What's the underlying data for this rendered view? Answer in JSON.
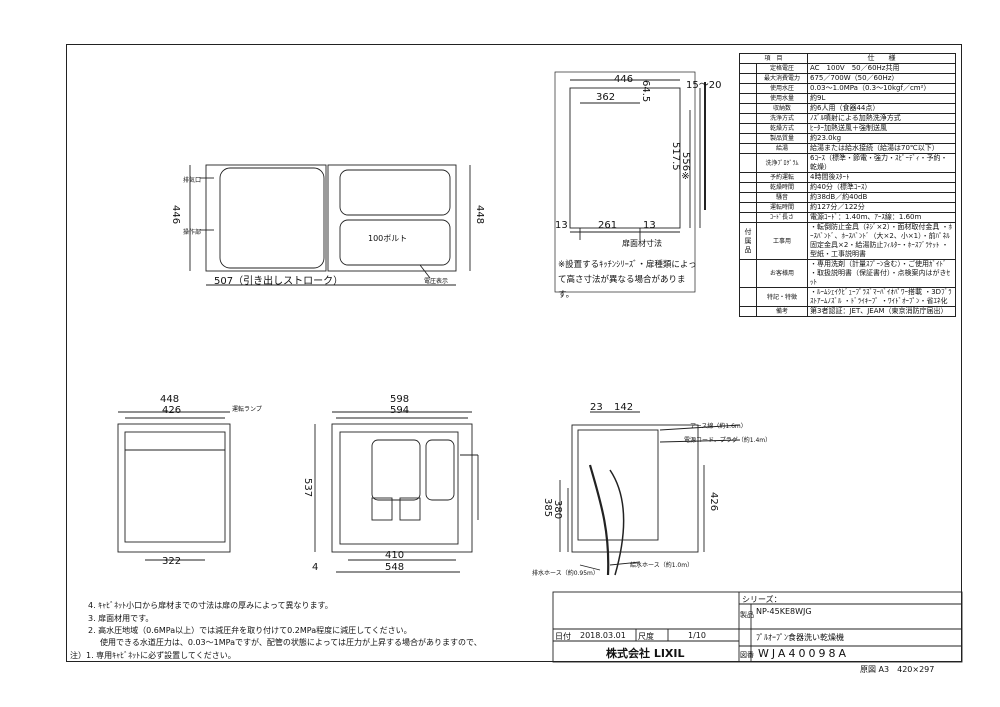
{
  "spec_table": {
    "header": {
      "item": "項　目",
      "spec": "仕　　様"
    },
    "rows": [
      {
        "group": "",
        "key": "定格電圧",
        "value": "AC　100V　50／60Hz共用"
      },
      {
        "group": "",
        "key": "最大消費電力",
        "value": "675／700W（50／60Hz）"
      },
      {
        "group": "",
        "key": "使用水圧",
        "value": "0.03～1.0MPa（0.3～10kgf／cm²）"
      },
      {
        "group": "",
        "key": "使用水量",
        "value": "約9L"
      },
      {
        "group": "",
        "key": "収納数",
        "value": "約6人用（食器44点）"
      },
      {
        "group": "",
        "key": "洗浄方式",
        "value": "ﾉｽﾞﾙ噴射による加熱洗浄方式"
      },
      {
        "group": "",
        "key": "乾燥方式",
        "value": "ﾋｰﾀｰ加熱送風＋強制送風"
      },
      {
        "group": "",
        "key": "製品質量",
        "value": "約23.0kg"
      },
      {
        "group": "",
        "key": "給湯",
        "value": "給湯または給水接続（給湯は70℃以下）"
      },
      {
        "group": "",
        "key": "洗浄ﾌﾟﾛｸﾞﾗﾑ",
        "value": "6ｺｰｽ（標準・節電・強力・ｽﾋﾟｰﾃﾞｨ・予約・乾燥）"
      },
      {
        "group": "",
        "key": "予約運転",
        "value": "4時間後ｽﾀｰﾄ"
      },
      {
        "group": "",
        "key": "乾燥時間",
        "value": "約40分（標準ｺｰｽ）"
      },
      {
        "group": "",
        "key": "騒音",
        "value": "約38dB／約40dB"
      },
      {
        "group": "",
        "key": "運転時間",
        "value": "約127分／122分"
      },
      {
        "group": "",
        "key": "ｺｰﾄﾞ長さ",
        "value": "電源ｺｰﾄﾞ：1.40m、ｱｰｽ線：1.60m"
      },
      {
        "group": "付属品",
        "key": "工事用",
        "value": "・転倒防止金具（ﾈｼﾞ×2）・面材取付金具 ・ﾎｰｽﾊﾞﾝﾄﾞ、ﾎｰｽﾊﾞﾝﾄﾞ（大×2、小×1）・前ﾊﾟﾈﾙ固定金具×2・給湯防止ﾌｨﾙﾀｰ・ﾎｰｽﾌﾞﾗｹｯﾄ ・型紙・工事説明書"
      },
      {
        "group": "",
        "key": "お客様用",
        "value": "・専用洗剤（計量ｽﾌﾟｰﾝ含む）・ご使用ｶﾞｲﾄﾞ ・取扱説明書（保証書付）・点検案内はがきｾｯﾄ"
      },
      {
        "group": "",
        "key": "特記・特徴",
        "value": "・ﾙｰﾑｼｪｲｸﾋﾞｭｰﾌﾟﾗｽﾞﾏｰﾊﾞｲｵﾊﾟﾜｰ搭載 ・3Dﾌﾞﾗｽﾄｱｰﾑﾉｽﾞﾙ ・ﾄﾞﾗｲｷｰﾌﾟ ・ﾜｲﾄﾞｵｰﾌﾟﾝ・省ｴﾈ化"
      },
      {
        "group": "",
        "key": "備考",
        "value": "第3者認証：JET、JEAM（東京消防庁届出）"
      }
    ]
  },
  "labels": {
    "top_left": {
      "exhaust": "排気口",
      "operation": "操作部",
      "bolt": "100ボルト",
      "display": "電圧表示",
      "stroke": "507（引き出しストローク）",
      "d446": "446",
      "d448": "448"
    },
    "door": {
      "title": "扉面材寸法",
      "d446": "446",
      "d362": "362",
      "d645": "64.5",
      "d1520": "15～20",
      "d5175": "517.5",
      "d556": "556※",
      "d13a": "13",
      "d261": "261",
      "d13b": "13"
    },
    "door_note": "※設置するｷｯﾁﾝｼﾘｰｽﾞ・扉種類によって高さ寸法が異なる場合があります。",
    "front": {
      "lamp": "運転ランプ",
      "d448": "448",
      "d426": "426",
      "d322": "322"
    },
    "back": {
      "d598": "598",
      "d594": "594",
      "d537": "537",
      "d410": "410",
      "d548": "548",
      "d4": "4"
    },
    "side": {
      "d23": "23",
      "d142": "142",
      "earth": "アース線（約1.6m）",
      "power": "電源コード、プラグ（約1.4m）",
      "d385": "385",
      "d380": "380",
      "d426": "426",
      "drain": "排水ホース（約0.95m）",
      "supply": "給水ホース（約1.0m）"
    }
  },
  "notes": [
    "4. ｷｬﾋﾞﾈｯﾄ小口から扉材までの寸法は扉の厚みによって異なります。",
    "3. 扉面材用です。",
    "2. 高水圧地域（0.6MPa以上）では減圧弁を取り付けて0.2MPa程度に減圧してください。",
    "使用できる水道圧力は、0.03～1MPaですが、配管の状態によっては圧力が上昇する場合がありますので、",
    "注）1. 専用ｷｬﾋﾞﾈｯﾄに必ず設置してください。"
  ],
  "title_block": {
    "series_label": "シリーズ：",
    "product_code": "NP-45KE8WJG",
    "name_label": "製品",
    "product_name": "ﾌﾟﾙｵｰﾌﾟﾝ食器洗い乾燥機",
    "date_label": "日付",
    "date": "2018.03.01",
    "scale_label": "尺度",
    "scale": "1/10",
    "company": "株式会社 LIXIL",
    "drawing_label": "図番",
    "drawing_no": "WJA40098A",
    "paper": "原図 A3　420×297"
  }
}
